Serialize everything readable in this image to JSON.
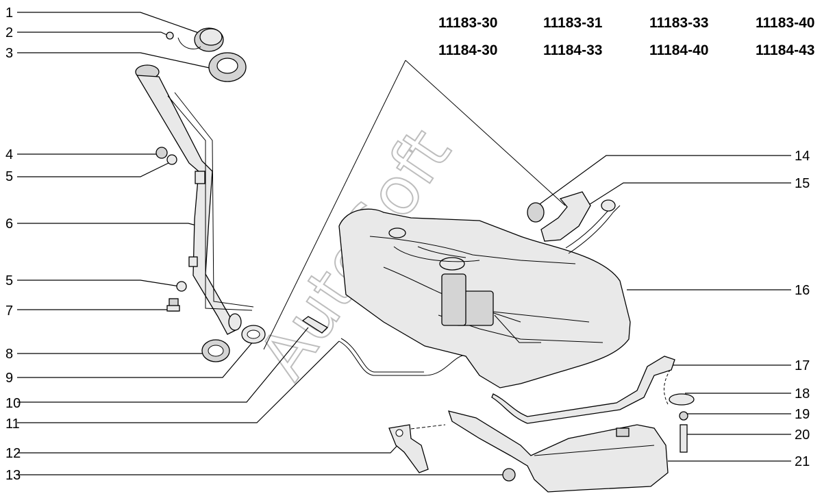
{
  "variants": {
    "row1": [
      "11183-30",
      "11183-31",
      "11183-33",
      "11183-40"
    ],
    "row2": [
      "11184-30",
      "11184-33",
      "11184-40",
      "11184-43"
    ]
  },
  "callouts_left": [
    "1",
    "2",
    "3",
    "4",
    "5",
    "6",
    "5",
    "7",
    "8",
    "9",
    "10",
    "11",
    "12",
    "13"
  ],
  "callouts_right": [
    "14",
    "15",
    "16",
    "17",
    "18",
    "19",
    "20",
    "21"
  ],
  "watermark": "AutoSoft"
}
